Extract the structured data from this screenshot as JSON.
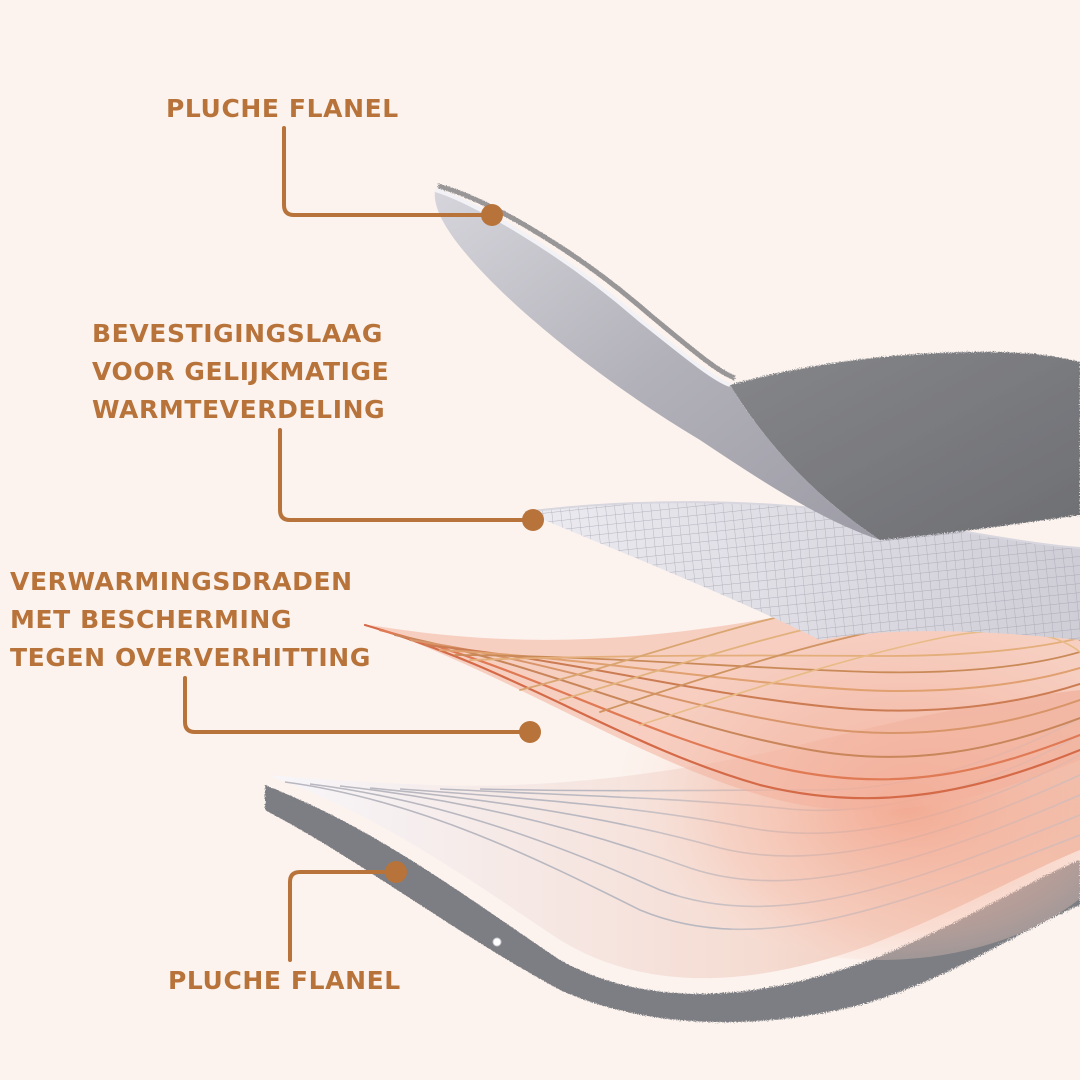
{
  "accent_color": "#b8733a",
  "background_color": "#fcf3ee",
  "labels": {
    "top_flannel": [
      "PLUCHE FLANEL"
    ],
    "fixing_layer": [
      "BEVESTIGINGSLAAG",
      "VOOR GELIJKMATIGE",
      "WARMTEVERDELING"
    ],
    "heating_wires": [
      "VERWARMINGSDRADEN",
      "MET BESCHERMING",
      "TEGEN OVERVERHITTING"
    ],
    "bottom_flannel": [
      "PLUCHE FLANEL"
    ]
  },
  "illustration": {
    "layers": [
      "grey-plush-flannel-top",
      "mesh-fixing-layer",
      "heating-wire-layer",
      "grey-plush-flannel-bottom"
    ]
  }
}
